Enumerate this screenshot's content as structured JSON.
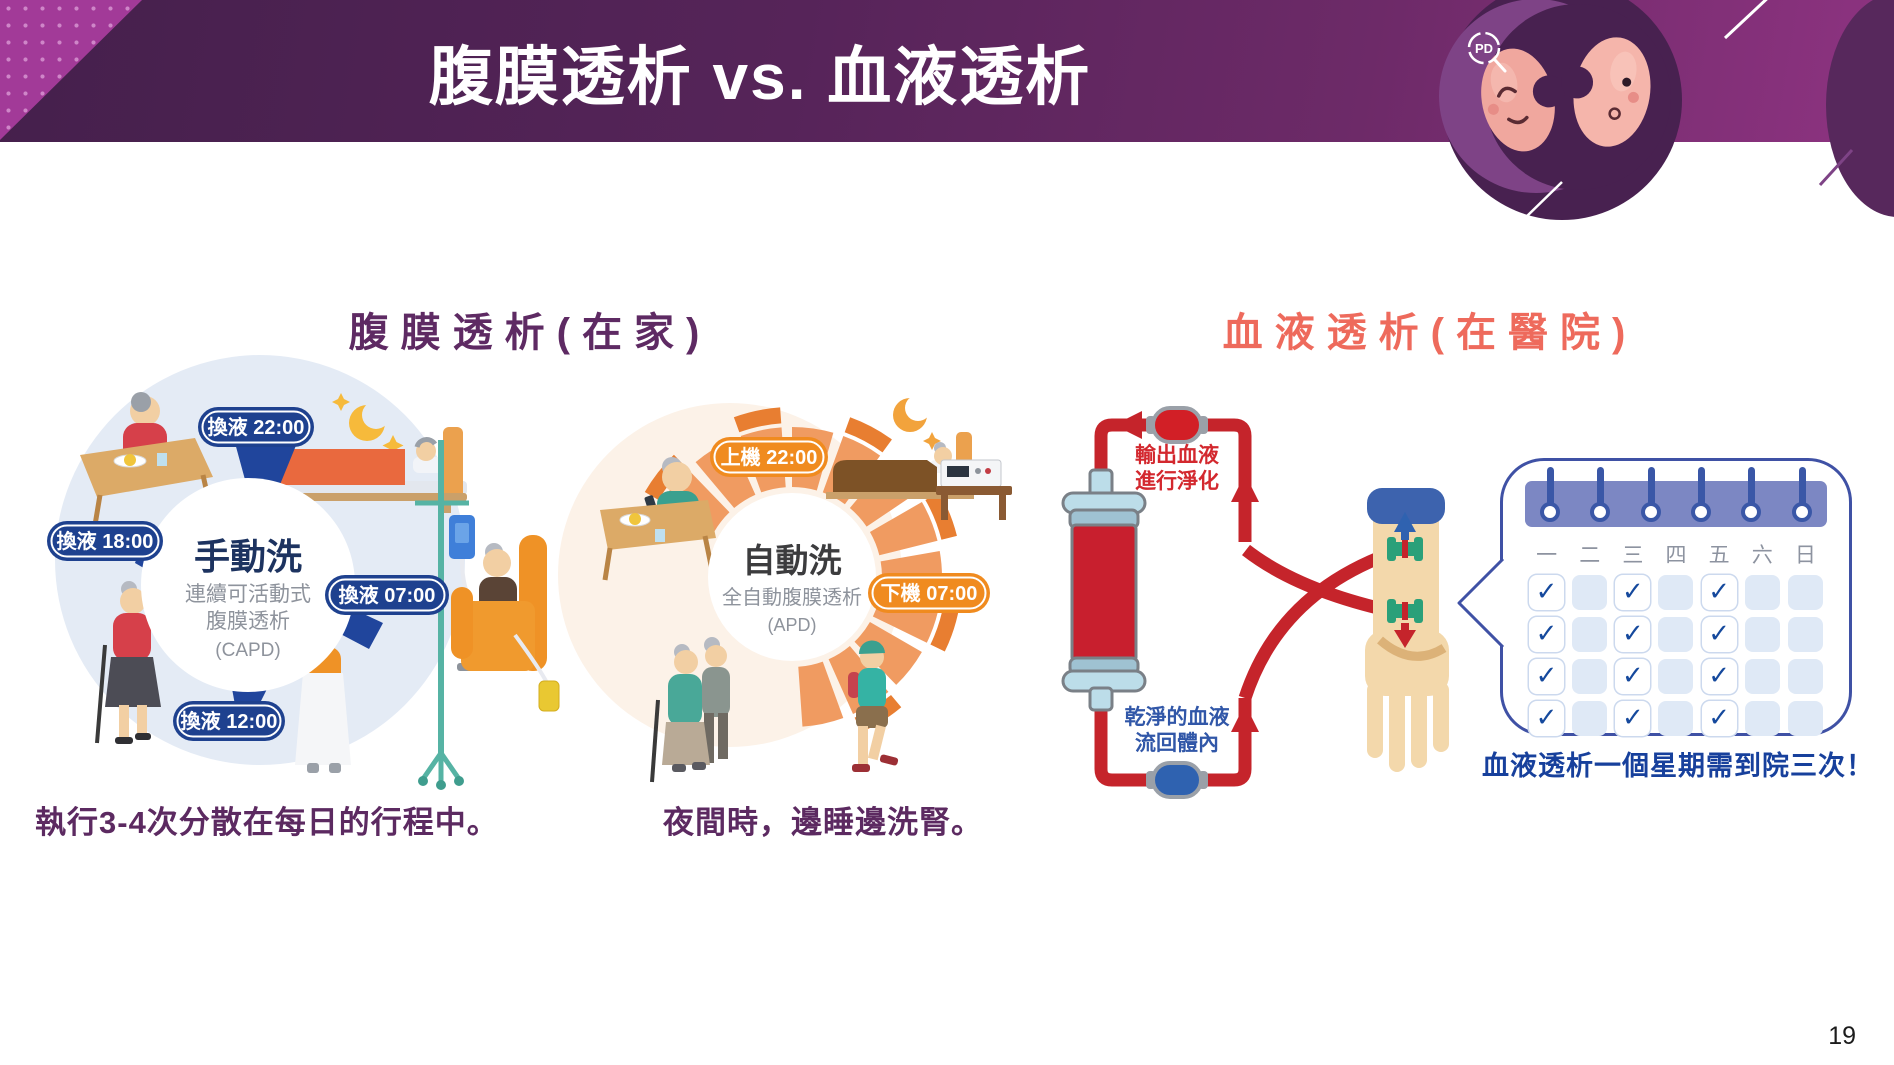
{
  "header": {
    "title": "腹膜透析 vs. 血液透析",
    "logo_label": "PD"
  },
  "capd": {
    "heading": "腹膜透析(在家)",
    "center": {
      "title": "手動洗",
      "sub1": "連續可活動式",
      "sub2": "腹膜透析",
      "sub3": "(CAPD)"
    },
    "badges": {
      "b2200": "換液 22:00",
      "b1800": "換液 18:00",
      "b0700": "換液 07:00",
      "b1200": "換液 12:00"
    },
    "caption": "執行3-4次分散在每日的行程中。"
  },
  "apd": {
    "center": {
      "title": "自動洗",
      "sub1": "全自動腹膜透析",
      "sub2": "(APD)"
    },
    "badges": {
      "on": "上機 22:00",
      "off": "下機 07:00"
    },
    "caption": "夜間時，邊睡邊洗腎。"
  },
  "hd": {
    "heading": "血液透析(在醫院)",
    "label_out_1": "輸出血液",
    "label_out_2": "進行淨化",
    "label_in_1": "乾淨的血液",
    "label_in_2": "流回體內",
    "calendar": {
      "days": [
        "一",
        "二",
        "三",
        "四",
        "五",
        "六",
        "日"
      ],
      "checked_columns": [
        0,
        2,
        4
      ],
      "rows": 4,
      "check_glyph": "✓"
    },
    "caption": "血液透析一個星期需到院三次！"
  },
  "page": {
    "number": "19"
  },
  "colors": {
    "banner_dark": "#45204c",
    "banner_bright": "#8e3381",
    "heading_purple": "#5e2a63",
    "heading_salmon": "#ee6a5c",
    "capd_blue": "#1e418f",
    "apd_orange": "#f08b1f",
    "hd_red": "#c5242b",
    "hd_blue": "#2f62b0",
    "calendar_blue": "#3f51a5",
    "check_blue": "#15499d"
  }
}
